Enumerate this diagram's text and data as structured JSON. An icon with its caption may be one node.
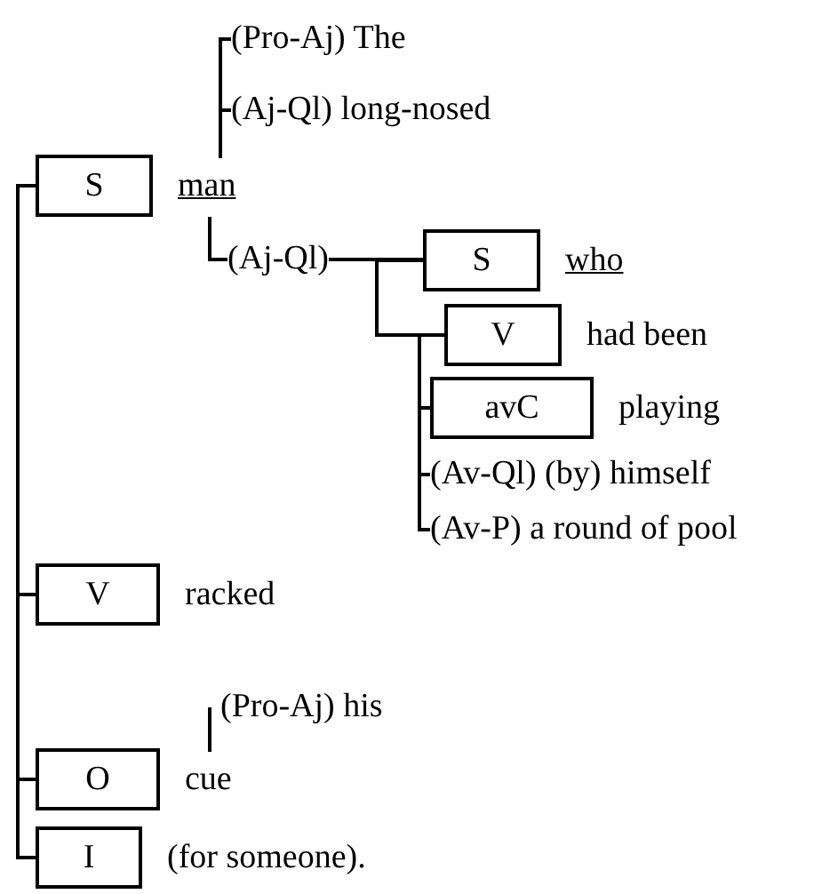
{
  "diagram": {
    "nodes": [
      {
        "text": [
          "(Pro-Aj) The"
        ]
      },
      {
        "text": [
          "(Aj-Ql) long-nosed"
        ]
      },
      {
        "text": [
          "S"
        ],
        "beside": [
          "man"
        ]
      },
      {
        "text": [
          "(Aj-Ql)"
        ]
      },
      {
        "text": [
          "S"
        ],
        "beside": [
          "who"
        ]
      },
      {
        "text": [
          "V"
        ],
        "beside": [
          "had been"
        ]
      },
      {
        "text": [
          "avC"
        ],
        "beside": [
          "playing"
        ]
      },
      {
        "text": [
          "(Av-Ql) (by) himself"
        ]
      },
      {
        "text": [
          "(Av-P) a round of pool"
        ]
      },
      {
        "text": [
          "V"
        ],
        "beside": [
          "racked"
        ]
      },
      {
        "text": [
          "(Pro-Aj) his"
        ]
      },
      {
        "text": [
          "O"
        ],
        "beside": [
          "cue"
        ]
      },
      {
        "text": [
          "I"
        ],
        "beside": [
          "(for someone)."
        ]
      }
    ],
    "edges": [
      {
        "from": 0,
        "to": 1,
        "arrow": "none"
      },
      {
        "from": 1,
        "to": 2,
        "arrow": "none"
      },
      {
        "from": 2,
        "to": 3,
        "arrow": "none"
      },
      {
        "from": 3,
        "to": 4,
        "arrow": "none"
      },
      {
        "from": 4,
        "to": 5,
        "arrow": "none"
      },
      {
        "from": 5,
        "to": 6,
        "arrow": "none"
      },
      {
        "from": 6,
        "to": 7,
        "arrow": "none"
      },
      {
        "from": 7,
        "to": 8,
        "arrow": "none"
      },
      {
        "from": 2,
        "to": 9,
        "arrow": "none"
      },
      {
        "from": 9,
        "to": 11,
        "arrow": "none"
      },
      {
        "from": 10,
        "to": 11,
        "arrow": "none"
      },
      {
        "from": 11,
        "to": 12,
        "arrow": "none"
      }
    ]
  }
}
